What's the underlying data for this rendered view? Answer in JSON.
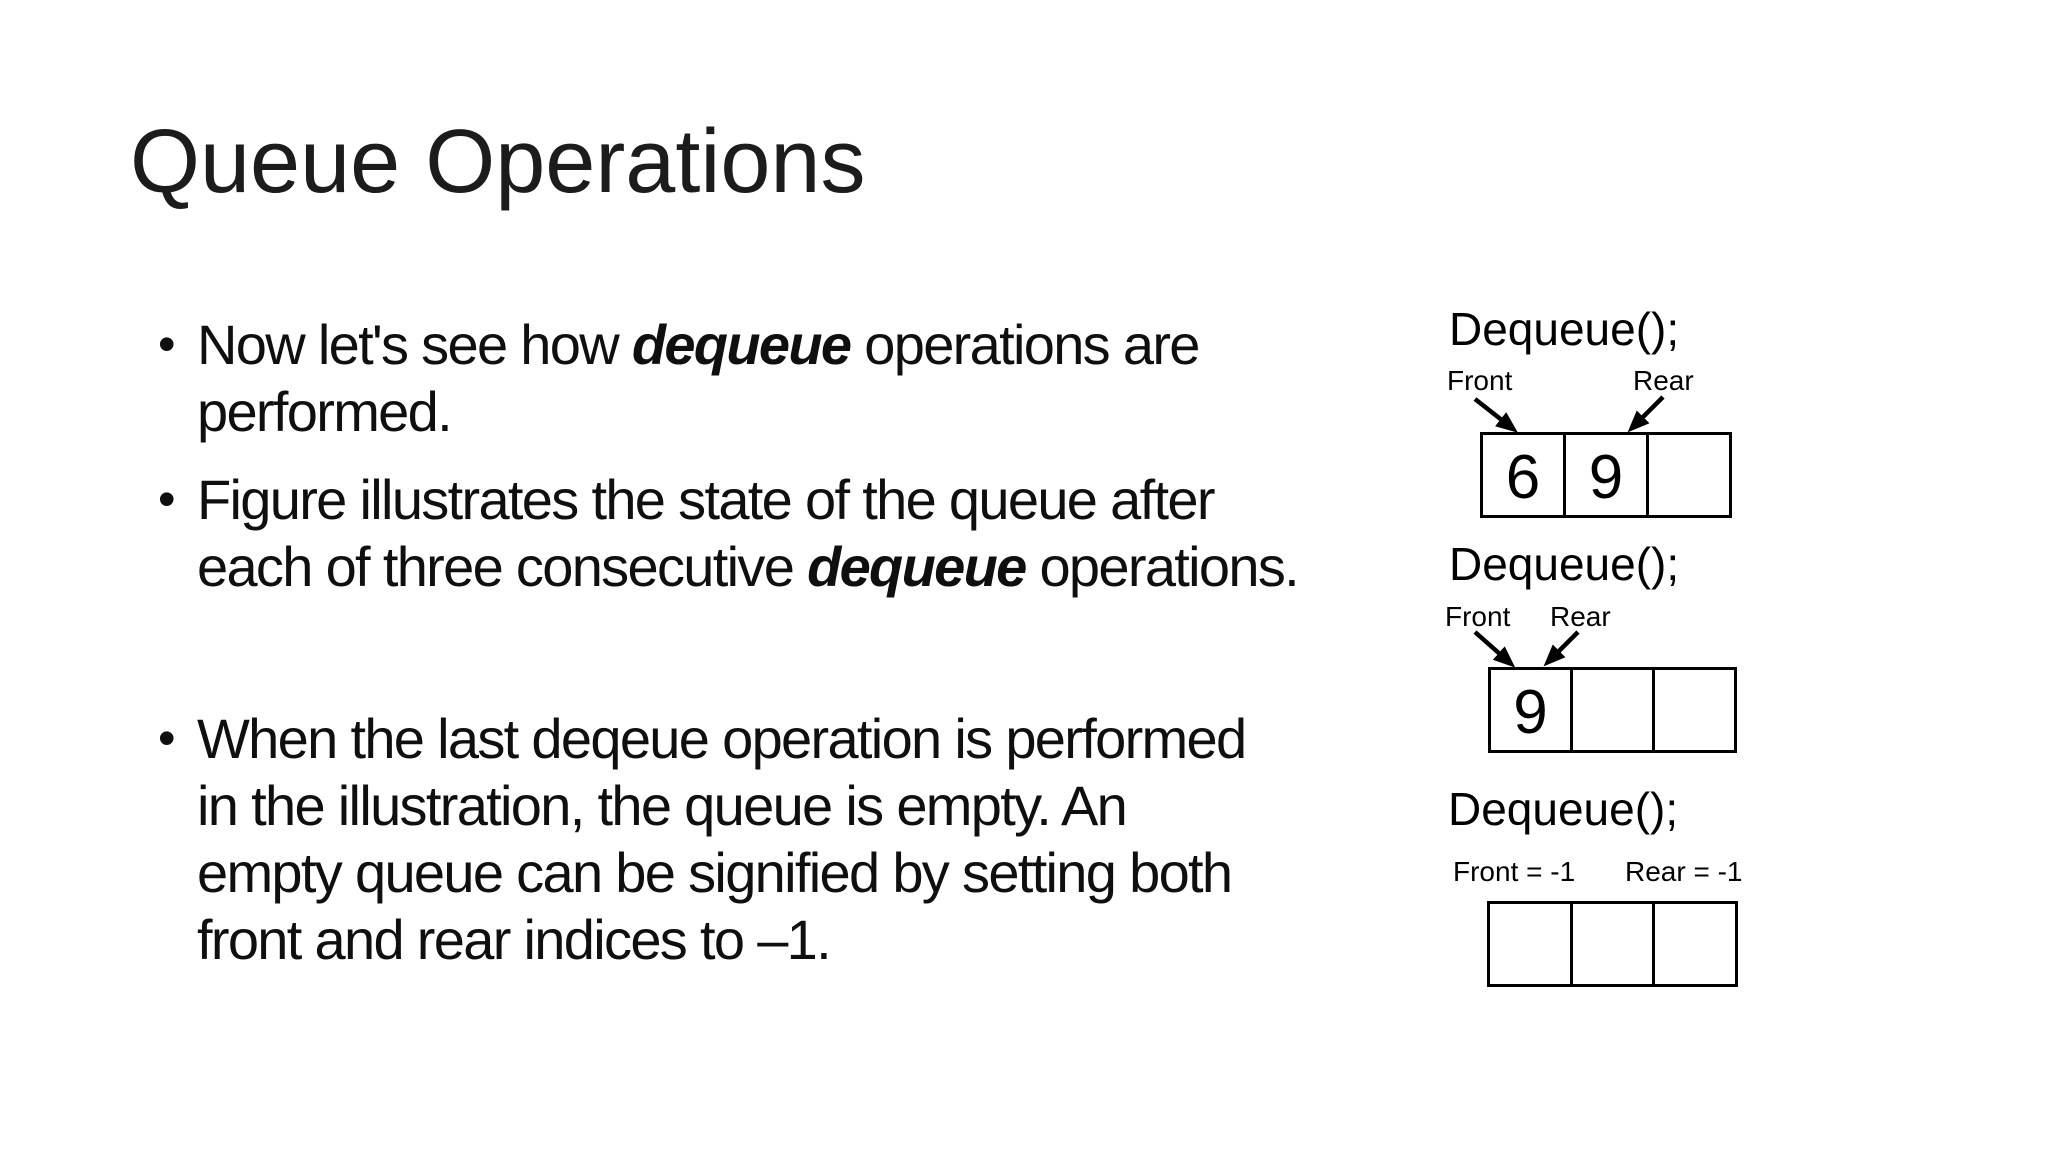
{
  "slide": {
    "title": "Queue Operations",
    "bullet_char": "•",
    "bullets": [
      {
        "lines": [
          {
            "segments": [
              {
                "t": "Now let's see how "
              },
              {
                "t": "dequeue",
                "emph": true
              },
              {
                "t": " operations are"
              }
            ]
          },
          {
            "segments": [
              {
                "t": "performed."
              }
            ]
          }
        ]
      },
      {
        "lines": [
          {
            "segments": [
              {
                "t": "Figure illustrates the state of the queue after"
              }
            ]
          },
          {
            "segments": [
              {
                "t": "each of three consecutive "
              },
              {
                "t": "dequeue",
                "emph": true
              },
              {
                "t": " operations."
              }
            ]
          }
        ]
      },
      {
        "lines": [
          {
            "segments": [
              {
                "t": "When the last deqeue operation is performed"
              }
            ]
          },
          {
            "segments": [
              {
                "t": "in the illustration, the queue is empty. An"
              }
            ]
          },
          {
            "segments": [
              {
                "t": "empty queue can be signified by setting both"
              }
            ]
          },
          {
            "segments": [
              {
                "t": "front and rear indices to –1."
              }
            ]
          }
        ]
      }
    ],
    "diagrams": [
      {
        "call": "Dequeue();",
        "front_label": "Front",
        "rear_label": "Rear",
        "cells": [
          "6",
          "9",
          ""
        ]
      },
      {
        "call": "Dequeue();",
        "front_label": "Front",
        "rear_label": "Rear",
        "cells": [
          "9",
          "",
          ""
        ]
      },
      {
        "call": "Dequeue();",
        "front_label": "Front = -1",
        "rear_label": "Rear = -1",
        "cells": [
          "",
          "",
          ""
        ]
      }
    ],
    "colors": {
      "background": "#ffffff",
      "text": "#0f0f0f",
      "title": "#1c1c1c",
      "diagram_line": "#000000"
    }
  }
}
